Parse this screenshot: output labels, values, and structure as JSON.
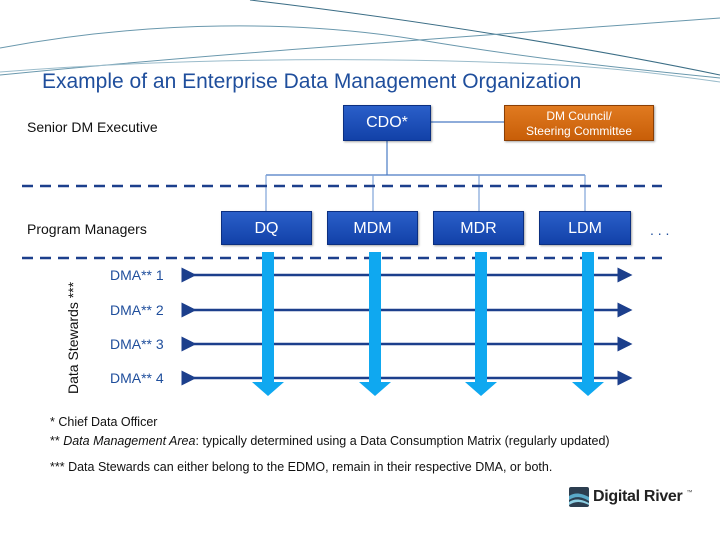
{
  "title": "Example of an Enterprise Data Management Organization",
  "rows": {
    "senior": "Senior DM Executive",
    "program": "Program Managers"
  },
  "top_boxes": {
    "cdo": "CDO*",
    "council_line1": "DM Council/",
    "council_line2": "Steering Committee"
  },
  "program_boxes": [
    {
      "label": "DQ"
    },
    {
      "label": "MDM"
    },
    {
      "label": "MDR"
    },
    {
      "label": "LDM"
    }
  ],
  "more_indicator": ". . .",
  "stewards_label": "Data Stewards ***",
  "dmas": [
    {
      "label": "DMA** 1"
    },
    {
      "label": "DMA** 2"
    },
    {
      "label": "DMA** 3"
    },
    {
      "label": "DMA** 4"
    }
  ],
  "footnotes": {
    "f1": "* Chief Data Officer",
    "f2_prefix": "** ",
    "f2_italic": "Data Management Area",
    "f2_rest": ": typically determined using a Data Consumption Matrix (regularly updated)",
    "f3": "*** Data Stewards can either belong to the EDMO, remain in their respective DMA, or both."
  },
  "logo": {
    "name": "Digital River",
    "tm": "™"
  },
  "colors": {
    "box_blue": "#1a4fb8",
    "council_orange": "#d86a12",
    "arrow_cyan": "#0fa8f0",
    "line_navy": "#1c3f8c",
    "title_blue": "#1f4e9c"
  }
}
